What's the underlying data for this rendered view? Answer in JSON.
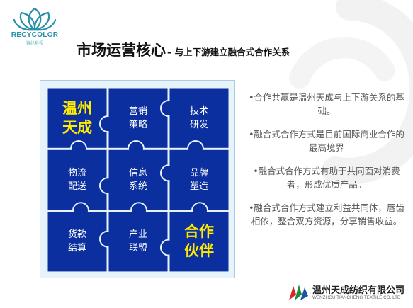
{
  "header": {
    "brand": "RECYCOLOR",
    "brand_sub": "锦纶彩视",
    "title_main": "市场运营核心",
    "title_sub": "– 与上下游建立融合式合作关系"
  },
  "puzzle": {
    "pieces": [
      {
        "label": "温州\n天成",
        "highlight": true
      },
      {
        "label": "营销\n策略",
        "highlight": false
      },
      {
        "label": "技术\n研发",
        "highlight": false
      },
      {
        "label": "物流\n配送",
        "highlight": false
      },
      {
        "label": "信息\n系统",
        "highlight": false
      },
      {
        "label": "品牌\n塑造",
        "highlight": false
      },
      {
        "label": "货款\n结算",
        "highlight": false
      },
      {
        "label": "产业\n联盟",
        "highlight": false
      },
      {
        "label": "合作\n伙伴",
        "highlight": true
      }
    ],
    "colors": {
      "piece": "#0b2f9e",
      "highlight_text": "#ffea00",
      "frame": "#e6f3fb"
    }
  },
  "bullets": [
    "•合作共赢是温州天成与上下游关系的基础。",
    "•融合式合作方式是目前国际商业合作的最高境界",
    "•融合式合作方式有助于共同面对消费者，形成优质产品。",
    "•融合式合作方式建立利益共同体，唇齿相依，整合双方资源，分享销售收益。"
  ],
  "footer": {
    "company_cn": "温州天成纺织有限公司",
    "company_en": "WENZHOU TIANCHENG TEXTILE CO.,LTD"
  }
}
